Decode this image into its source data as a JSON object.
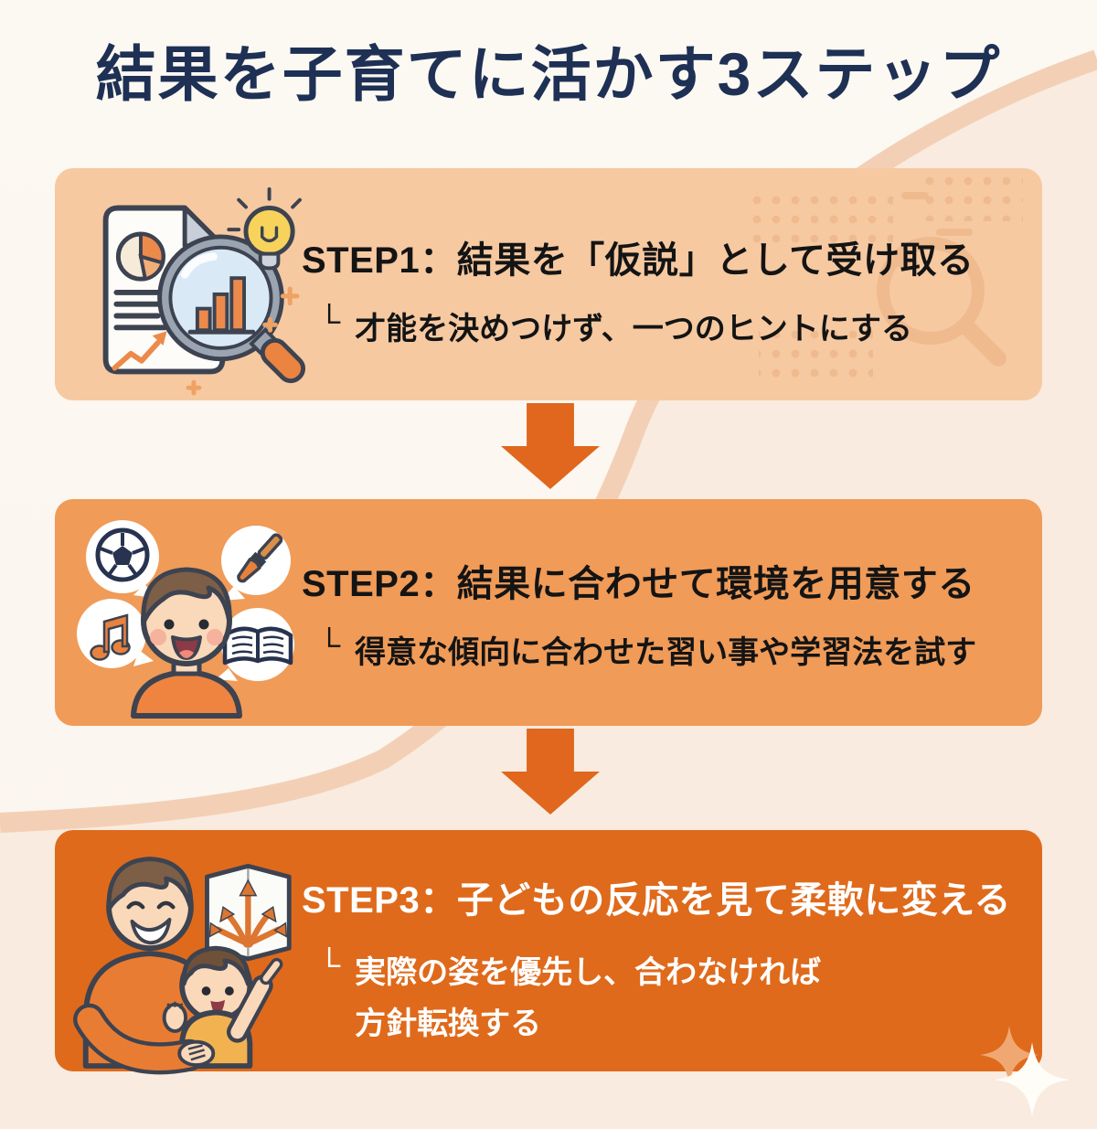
{
  "title": "結果を子育てに活かす3ステップ",
  "steps": [
    {
      "name": "STEP1",
      "heading": "STEP1：結果を「仮説」として受け取る",
      "bullet": "└",
      "sub_lines": [
        "才能を決めつけず、一つのヒントにする"
      ],
      "icon": "report-magnifier-lightbulb-icon"
    },
    {
      "name": "STEP2",
      "heading": "STEP2：結果に合わせて環境を用意する",
      "bullet": "└",
      "sub_lines": [
        "得意な傾向に合わせた習い事や学習法を試す"
      ],
      "icon": "child-interests-icon"
    },
    {
      "name": "STEP3",
      "heading": "STEP3：子どもの反応を見て柔軟に変える",
      "bullet": "└",
      "sub_lines": [
        "実際の姿を優先し、合わなければ",
        "方針転換する"
      ],
      "icon": "parent-child-map-icon"
    }
  ],
  "colors": {
    "bg_top": "#fcf8f2",
    "title_color": "#1e3054",
    "step1_bg": "#f6c9a1",
    "step2_bg": "#f09b58",
    "step3_bg": "#df6a1b",
    "arrow_color": "#e0671d",
    "dark_text": "#141414",
    "light_text": "#ffffff",
    "swoosh_fill": "#f9ebdf",
    "swoosh_edge": "#f3d0b5"
  }
}
